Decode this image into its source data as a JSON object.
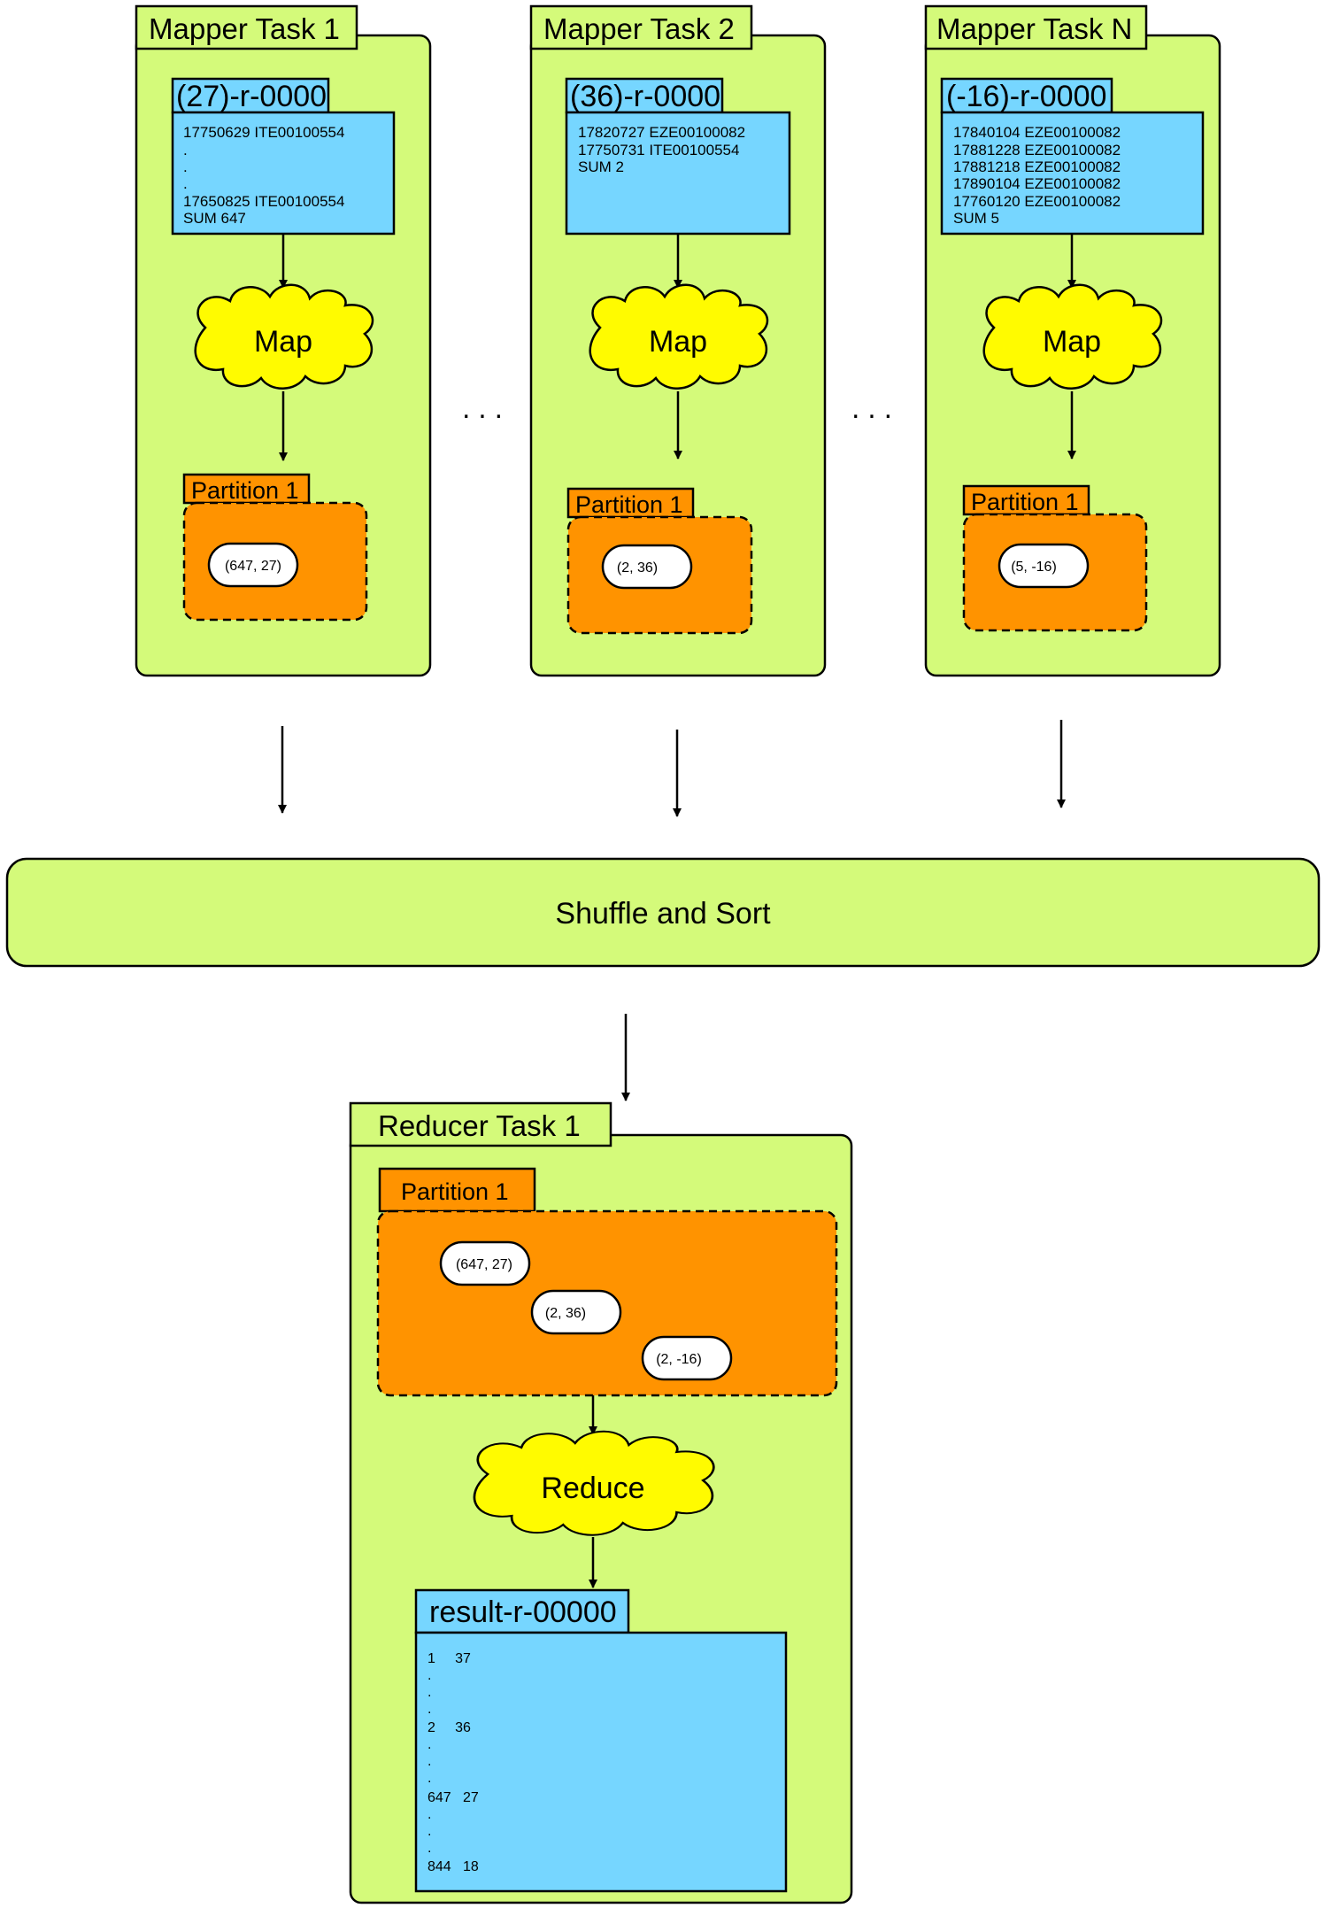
{
  "colors": {
    "task_fill": "#d4fa7a",
    "file_fill": "#76d6ff",
    "partition_fill": "#ff9300",
    "process_fill": "#fffb00",
    "pill_fill": "#ffffff",
    "stroke": "#000000"
  },
  "mappers": [
    {
      "title": "Mapper Task 1",
      "file_name": "(27)-r-0000",
      "lines": [
        "17750629 ITE00100554",
        ".",
        ".",
        ".",
        "17650825 ITE00100554",
        "SUM        647"
      ],
      "process": "Map",
      "partition_label": "Partition 1",
      "pair": "(647, 27)"
    },
    {
      "title": "Mapper Task 2",
      "file_name": "(36)-r-0000",
      "lines": [
        "17820727 EZE00100082",
        "17750731 ITE00100554",
        "SUM        2"
      ],
      "process": "Map",
      "partition_label": "Partition 1",
      "pair": "(2, 36)"
    },
    {
      "title": "Mapper Task N",
      "file_name": "(-16)-r-0000",
      "lines": [
        "17840104 EZE00100082",
        "17881228 EZE00100082",
        "17881218 EZE00100082",
        "17890104 EZE00100082",
        "17760120 EZE00100082",
        "SUM        5"
      ],
      "process": "Map",
      "partition_label": "Partition 1",
      "pair": "(5, -16)"
    }
  ],
  "ellipsis": [
    ". . .",
    ". . ."
  ],
  "shuffle_label": "Shuffle and Sort",
  "reducer": {
    "title": "Reducer Task 1",
    "partition_label": "Partition 1",
    "pairs": [
      "(647, 27)",
      "(2, 36)",
      "(2, -16)"
    ],
    "process": "Reduce",
    "result_name": "result-r-00000",
    "result_lines": [
      "1     37",
      ".",
      ".",
      ".",
      "2     36",
      ".",
      ".",
      ".",
      "647   27",
      ".",
      ".",
      ".",
      "844   18"
    ]
  }
}
